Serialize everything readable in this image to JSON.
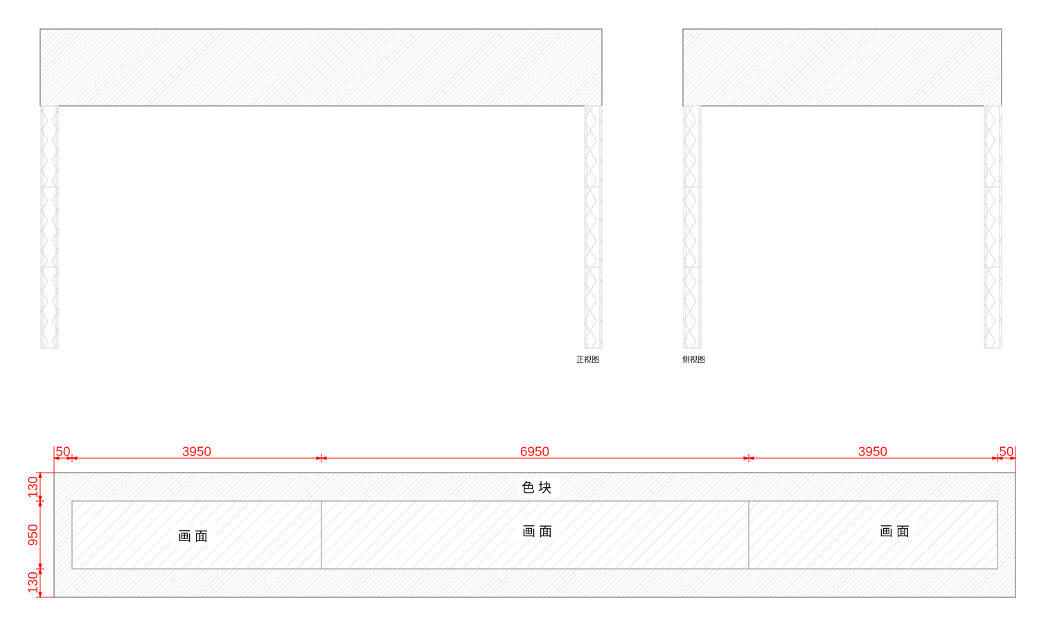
{
  "views": {
    "front_view_caption": "正视图",
    "side_view_caption": "侧视图"
  },
  "plan": {
    "top_dimensions": [
      "50",
      "3950",
      "6950",
      "3950",
      "50"
    ],
    "side_dimensions": [
      "130",
      "950",
      "130"
    ],
    "color_block_label": "色块",
    "panel_labels": [
      "画面",
      "画面",
      "画面"
    ]
  },
  "colors": {
    "dimension": "#ff0000",
    "outline": "#555555",
    "hatch": "#c8c8c8",
    "truss": "#d4d4d4"
  }
}
